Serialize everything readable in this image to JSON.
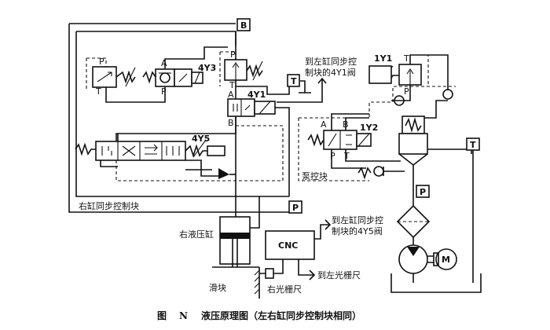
{
  "ports": {
    "b_top": "B",
    "t_upper": "T",
    "t_right": "T",
    "p_pump": "P",
    "p_right_block": "P"
  },
  "valves": {
    "v4y3": "4Y3",
    "v4y1": "4Y1",
    "v4y5": "4Y5",
    "v1y1": "1Y1",
    "v1y2": "1Y2"
  },
  "port_letters": {
    "p": "P",
    "t": "T",
    "a": "A",
    "b": "B"
  },
  "labels": {
    "to_left_4y1_line1": "到左缸同步控",
    "to_left_4y1_line2": "制块的4Y1阀",
    "pump_block": "泵控块",
    "right_block": "右缸同步控制块",
    "right_cylinder": "右液压缸",
    "slider": "滑块",
    "right_scale": "右光栅尺",
    "cnc": "CNC",
    "to_left_4y5_line1": "到左缸同步控",
    "to_left_4y5_line2": "制块的4Y5阀",
    "to_left_scale": "到左光栅尺",
    "motor": "M"
  },
  "caption": {
    "prefix": "图",
    "number": "N",
    "text": "液压原理图（左右缸同步控制块相同）"
  }
}
